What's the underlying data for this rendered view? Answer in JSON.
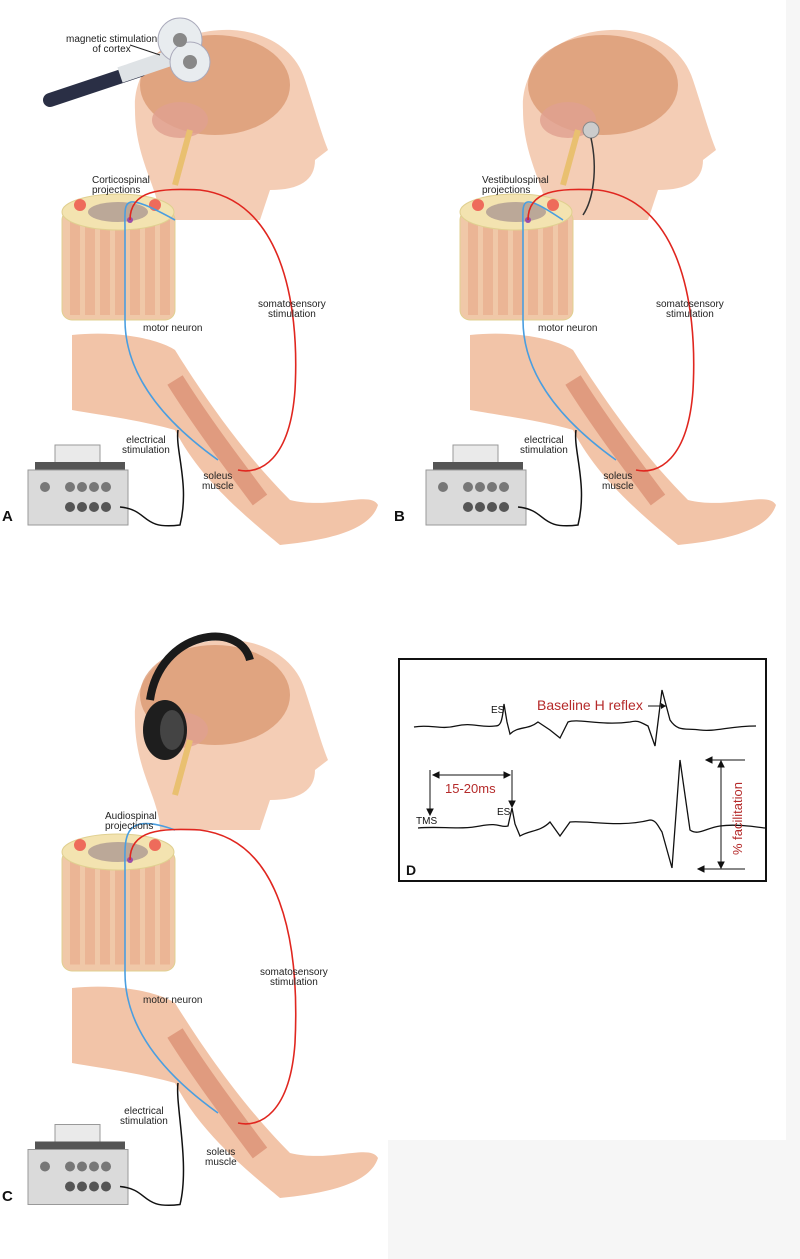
{
  "panels": [
    {
      "letter": "A",
      "headgear": "tms-coil",
      "stimulus_label_line1": "magnetic stimulation",
      "stimulus_label_line2": "of cortex",
      "projection_line1": "Corticospinal",
      "projection_line2": "projections",
      "somatosensory_line1": "somatosensory",
      "somatosensory_line2": "stimulation",
      "motor_neuron": "motor neuron",
      "electrical_line1": "electrical",
      "electrical_line2": "stimulation",
      "soleus_line1": "soleus",
      "soleus_line2": "muscle"
    },
    {
      "letter": "B",
      "headgear": "vestibular-electrode",
      "projection_line1": "Vestibulospinal",
      "projection_line2": "projections",
      "somatosensory_line1": "somatosensory",
      "somatosensory_line2": "stimulation",
      "motor_neuron": "motor neuron",
      "electrical_line1": "electrical",
      "electrical_line2": "stimulation",
      "soleus_line1": "soleus",
      "soleus_line2": "muscle"
    },
    {
      "letter": "C",
      "headgear": "headphones",
      "projection_line1": "Audiospinal",
      "projection_line2": "projections",
      "somatosensory_line1": "somatosensory",
      "somatosensory_line2": "stimulation",
      "motor_neuron": "motor neuron",
      "electrical_line1": "electrical",
      "electrical_line2": "stimulation",
      "soleus_line1": "soleus",
      "soleus_line2": "muscle"
    }
  ],
  "panel_d": {
    "letter": "D",
    "es_top": "ES",
    "baseline": "Baseline H reflex",
    "interval": "15-20ms",
    "tms": "TMS",
    "es_bottom": "ES",
    "facilitation": "% facilitation"
  },
  "colors": {
    "motor_neuron": "#4a9ee0",
    "sensory": "#e0261f",
    "annotation": "#b52a2a",
    "skin": "#f2c4a8",
    "muscle": "#d98a6e"
  }
}
